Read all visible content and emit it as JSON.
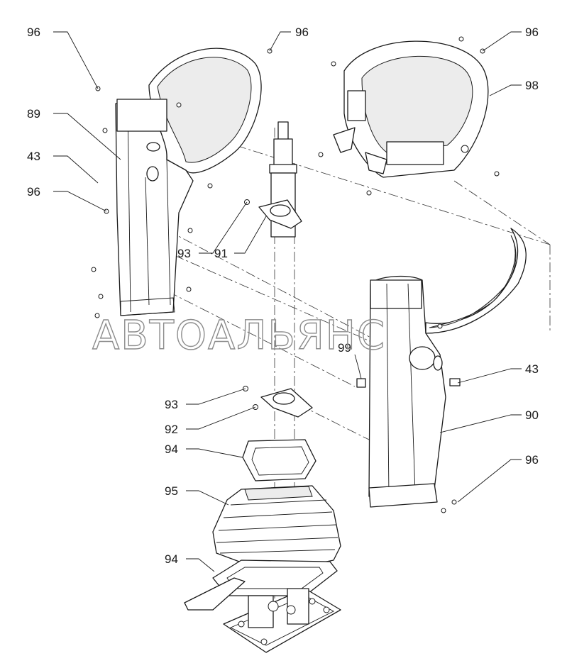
{
  "watermark": "АВТОАЛЬЯНС",
  "callouts": [
    {
      "id": "c1",
      "text": "96"
    },
    {
      "id": "c2",
      "text": "96"
    },
    {
      "id": "c3",
      "text": "96"
    },
    {
      "id": "c4",
      "text": "98"
    },
    {
      "id": "c5",
      "text": "89"
    },
    {
      "id": "c6",
      "text": "43"
    },
    {
      "id": "c7",
      "text": "96"
    },
    {
      "id": "c8",
      "text": "93"
    },
    {
      "id": "c9",
      "text": "91"
    },
    {
      "id": "c10",
      "text": "99"
    },
    {
      "id": "c11",
      "text": "43"
    },
    {
      "id": "c12",
      "text": "93"
    },
    {
      "id": "c13",
      "text": "90"
    },
    {
      "id": "c14",
      "text": "92"
    },
    {
      "id": "c15",
      "text": "96"
    },
    {
      "id": "c16",
      "text": "94"
    },
    {
      "id": "c17",
      "text": "95"
    },
    {
      "id": "c18",
      "text": "94"
    }
  ]
}
